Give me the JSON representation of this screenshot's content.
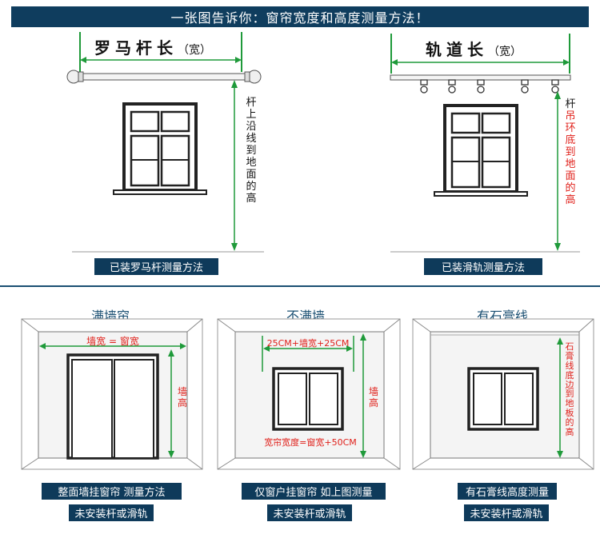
{
  "banner": {
    "title": "一张图告诉你：窗帘宽度和高度测量方法！",
    "bg_color": "#0f3d5e"
  },
  "top_left": {
    "width_label": "罗马杆长",
    "width_paren": "（宽）",
    "height_label": "杆上沿线到地面的高",
    "caption": "已装罗马杆测量方法"
  },
  "top_right": {
    "width_label": "轨道长",
    "width_paren": "（宽）",
    "height_label": "杆吊环底到地面的高",
    "caption": "已装滑轨测量方法"
  },
  "bottom": [
    {
      "title": "满墙帘",
      "width_label": "墙宽 = 窗宽",
      "height_label": "墙高",
      "caption1": "整面墙挂窗帘 测量方法",
      "caption2": "未安装杆或滑轨"
    },
    {
      "title": "不满墙",
      "width_label": "25CM+墙宽+25CM",
      "height_label": "墙高",
      "extra_label": "宽帘宽度=窗宽+50CM",
      "caption1": "仅窗户挂窗帘 如上图测量",
      "caption2": "未安装杆或滑轨"
    },
    {
      "title": "有石膏线",
      "height_label": "石膏线底边到地板的高",
      "caption1": "有石膏线高度测量",
      "caption2": "未安装杆或滑轨"
    }
  ],
  "colors": {
    "green": "#1f9a3a",
    "red": "#e0201a",
    "dark": "#0e3a5a",
    "frame": "#222222"
  }
}
